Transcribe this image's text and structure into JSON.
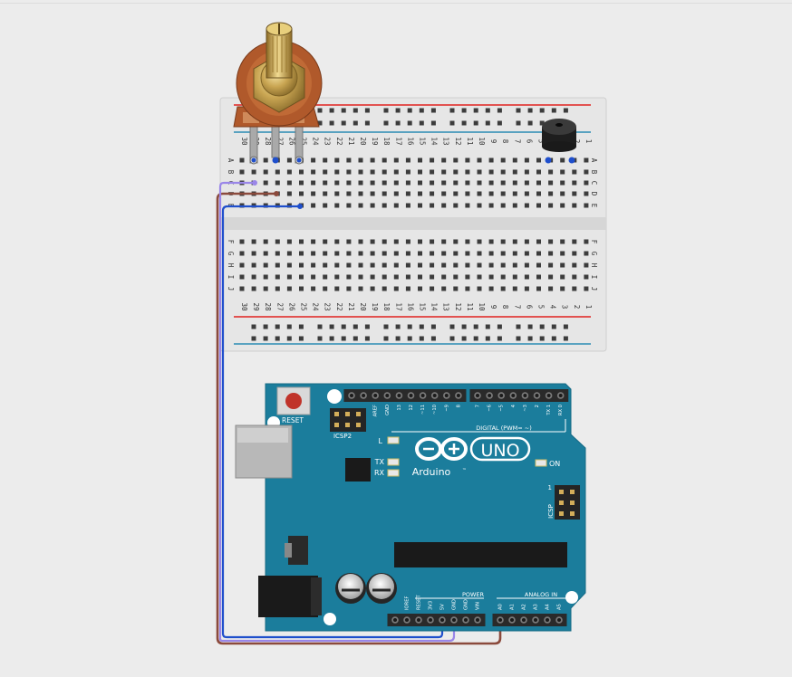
{
  "breadboard": {
    "top_row_labels": [
      "A",
      "B",
      "C",
      "D",
      "E"
    ],
    "bottom_row_labels": [
      "F",
      "G",
      "H",
      "I",
      "J"
    ],
    "column_labels": [
      "30",
      "29",
      "28",
      "27",
      "26",
      "25",
      "24",
      "23",
      "22",
      "21",
      "20",
      "19",
      "18",
      "17",
      "16",
      "15",
      "14",
      "13",
      "12",
      "11",
      "10",
      "9",
      "8",
      "7",
      "6",
      "5",
      "4",
      "3",
      "2",
      "1"
    ]
  },
  "arduino": {
    "reset_label": "RESET",
    "icsp2_label": "ICSP2",
    "icsp_label": "ICSP",
    "logo_text": "UNO",
    "brand_text": "Arduino",
    "tm": "™",
    "digital_label": "DIGITAL (PWM= ~)",
    "led_l": "L",
    "led_tx": "TX",
    "led_rx": "RX",
    "led_on": "ON",
    "power_label": "POWER",
    "analog_label": "ANALOG IN",
    "icsp_pin1": "1",
    "digital_pins_left": [
      "AREF",
      "GND",
      "13",
      "12",
      "~11",
      "~10",
      "~9",
      "8"
    ],
    "digital_pins_right": [
      "7",
      "~6",
      "~5",
      "4",
      "~3",
      "2",
      "TX 1",
      "RX 0"
    ],
    "power_pins": [
      "IOREF",
      "RESET",
      "3V3",
      "5V",
      "GND",
      "GND",
      "VIN"
    ],
    "analog_pins": [
      "A0",
      "A1",
      "A2",
      "A3",
      "A4",
      "A5"
    ]
  },
  "components": {
    "potentiometer": "potentiometer",
    "buzzer": "piezo-buzzer"
  },
  "wire_colors": {
    "brown": "#8b4a3c",
    "blue": "#1f4fcc",
    "violet": "#9a86e8"
  }
}
